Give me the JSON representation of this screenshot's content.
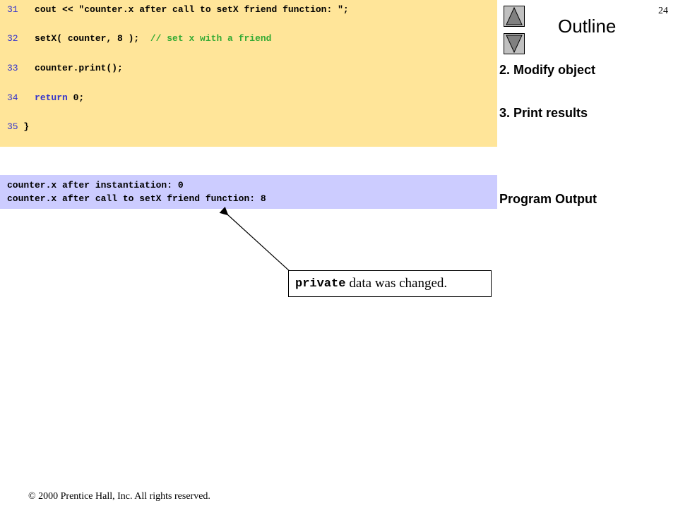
{
  "page_number": "24",
  "code_lines": [
    {
      "num": "31",
      "parts": [
        {
          "t": "   cout << \"counter.x after call to setX friend function: \";",
          "c": "plain"
        }
      ]
    },
    {
      "num": "32",
      "parts": [
        {
          "t": "   setX( counter, 8 );  ",
          "c": "plain"
        },
        {
          "t": "// set x with a friend",
          "c": "comment"
        }
      ]
    },
    {
      "num": "33",
      "parts": [
        {
          "t": "   counter.print();",
          "c": "plain"
        }
      ]
    },
    {
      "num": "34",
      "parts": [
        {
          "t": "   ",
          "c": "plain"
        },
        {
          "t": "return",
          "c": "keyword"
        },
        {
          "t": " 0;",
          "c": "plain"
        }
      ]
    },
    {
      "num": "35",
      "parts": [
        {
          "t": " }",
          "c": "plain"
        }
      ]
    }
  ],
  "output": {
    "line1": "counter.x after instantiation: 0",
    "line2": "counter.x after call to setX friend function: 8"
  },
  "outline": {
    "title": "Outline",
    "item_modify": "2. Modify object",
    "item_print": "3. Print results",
    "item_output": "Program Output"
  },
  "callout": {
    "mono_text": "private",
    "text": "data was changed."
  },
  "copyright": "© 2000 Prentice Hall, Inc.  All rights reserved.",
  "colors": {
    "code_bg": "#ffe599",
    "output_bg": "#ccccff",
    "line_number": "#3333cc",
    "keyword": "#3333cc",
    "comment": "#33aa33"
  },
  "icons": [
    "up-arrow-icon",
    "down-arrow-icon"
  ]
}
